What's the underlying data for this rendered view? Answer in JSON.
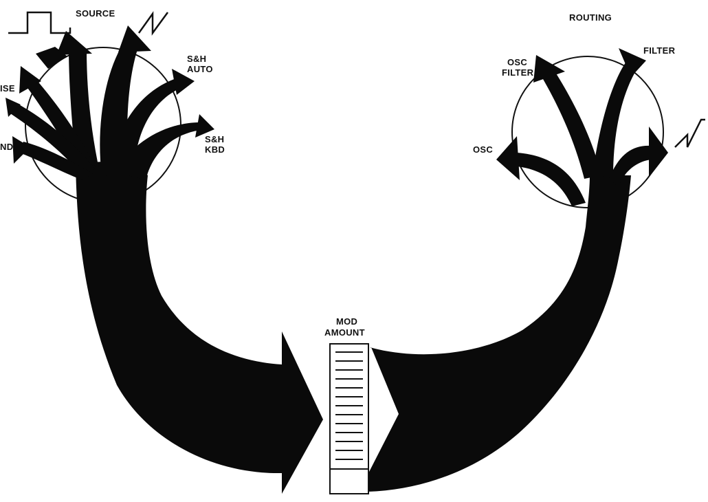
{
  "colors": {
    "ink": "#0a0a0a",
    "background": "#ffffff"
  },
  "source": {
    "title": "SOURCE",
    "options": [
      "ISE",
      "ND",
      "S&H",
      "AUTO",
      "S&H",
      "KBD"
    ]
  },
  "routing": {
    "title": "ROUTING",
    "options": [
      "OSC",
      "FILTER",
      "FILTER",
      "OSC"
    ]
  },
  "mod_amount": {
    "line1": "MOD",
    "line2": "AMOUNT"
  },
  "icons": [
    "square-wave-icon",
    "sawtooth-wave-icon",
    "sawtooth-wave-icon"
  ]
}
